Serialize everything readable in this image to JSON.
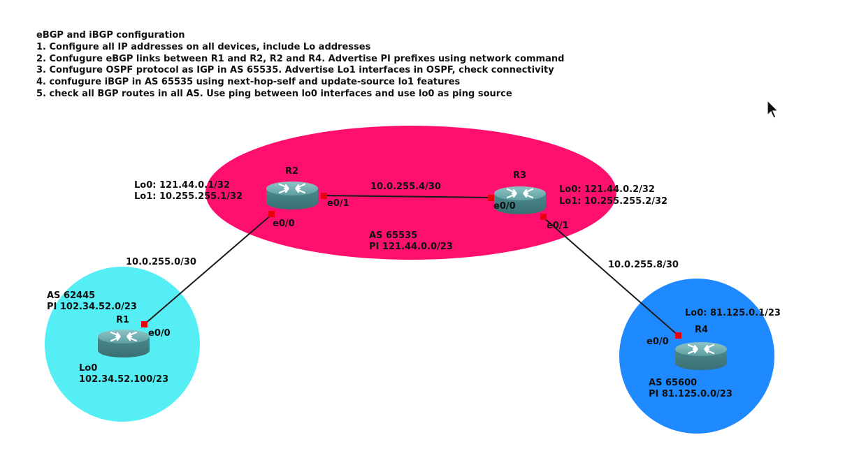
{
  "instructions": {
    "title": "eBGP and iBGP configuration",
    "steps": [
      "1. Configure all IP addresses on all devices, include Lo addresses",
      "2. Confugure eBGP links between R1 and R2, R2 and R4. Advertise PI prefixes using network command",
      "3. Confugure OSPF protocol as IGP in AS 65535. Advertise Lo1 interfaces in OSPF, check connectivity",
      "4. confugure iBGP in AS 65535 using next-hop-self and update-source lo1 features",
      "5. check all BGP routes in all AS. Use ping between lo0 interfaces and use lo0 as ping source"
    ]
  },
  "colors": {
    "as65535": "#ff0f6e",
    "as62445": "#55eef5",
    "as65600": "#1f89ff",
    "router_body": "#4e9094",
    "link": "#1a1a1a",
    "port": "#e8000d"
  },
  "routers": {
    "r1": {
      "name": "R1",
      "icon": "router-icon"
    },
    "r2": {
      "name": "R2",
      "icon": "router-icon",
      "lo0": "Lo0: 121.44.0.1/32",
      "lo1": "Lo1: 10.255.255.1/32"
    },
    "r3": {
      "name": "R3",
      "icon": "router-icon",
      "lo0": "Lo0: 121.44.0.2/32",
      "lo1": "Lo1: 10.255.255.2/32"
    },
    "r4": {
      "name": "R4",
      "icon": "router-icon",
      "lo0": "Lo0: 81.125.0.1/23"
    }
  },
  "r1_loopback": {
    "label": "Lo0",
    "address": "102.34.52.100/23"
  },
  "interfaces": {
    "r2_e00": "e0/0",
    "r2_e01": "e0/1",
    "r3_e00": "e0/0",
    "r3_e01": "e0/1",
    "r1_e00": "e0/0",
    "r4_e00": "e0/0"
  },
  "links": {
    "r2_r3": "10.0.255.4/30",
    "r1_r2": "10.0.255.0/30",
    "r3_r4": "10.0.255.8/30"
  },
  "areas": {
    "as65535": {
      "as": "AS 65535",
      "pi": "PI 121.44.0.0/23"
    },
    "as62445": {
      "as": "AS 62445",
      "pi": "PI 102.34.52.0/23"
    },
    "as65600": {
      "as": "AS 65600",
      "pi": "PI 81.125.0.0/23"
    }
  }
}
